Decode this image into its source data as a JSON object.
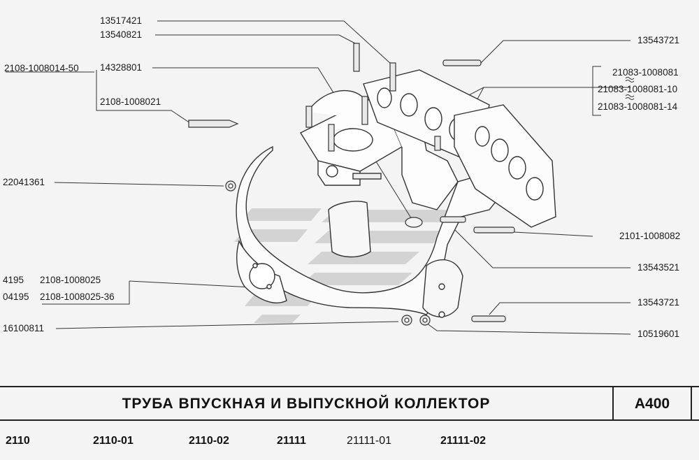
{
  "labels": {
    "p13517421": "13517421",
    "p13540821": "13540821",
    "p14328801": "14328801",
    "p2108_1008014_50": "2108-1008014-50",
    "p2108_1008021": "2108-1008021",
    "p22041361": "22041361",
    "p4195": "4195",
    "p2108_1008025": "2108-1008025",
    "p04195": "04195",
    "p2108_1008025_36": "2108-1008025-36",
    "p16100811": "16100811",
    "p13543721_top": "13543721",
    "p21083_1008081": "21083-1008081",
    "p21083_1008081_10": "21083-1008081-10",
    "p21083_1008081_14": "21083-1008081-14",
    "p2101_1008082": "2101-1008082",
    "p13543521": "13543521",
    "p13543721_bottom": "13543721",
    "p10519601": "10519601"
  },
  "title": "ТРУБА  ВПУСКНАЯ  И  ВЫПУСКНОЙ  КОЛЛЕКТОР",
  "code": "А400",
  "models": [
    "2110",
    "2110-01",
    "2110-02",
    "21111",
    "21111-01",
    "21111-02"
  ]
}
